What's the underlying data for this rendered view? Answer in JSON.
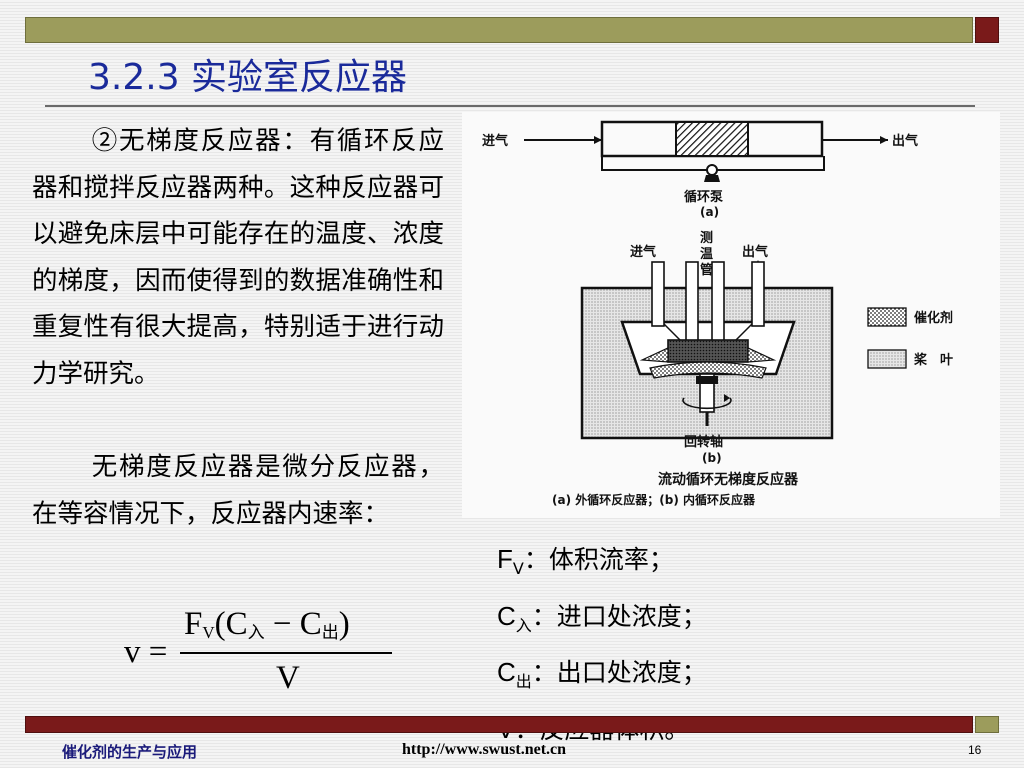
{
  "slide": {
    "title": "3.2.3 实验室反应器",
    "paragraph1": "②无梯度反应器：有循环反应器和搅拌反应器两种。这种反应器可以避免床层中可能存在的温度、浓度的梯度，因而使得到的数据准确性和重复性有很大提高，特别适于进行动力学研究。",
    "paragraph2": "无梯度反应器是微分反应器，在等容情况下，反应器内速率："
  },
  "figure": {
    "inlet_a": "进气",
    "outlet_a": "出气",
    "pump": "循环泵",
    "caption_a": "(a)",
    "inlet_b": "进气",
    "thermo_tube": "测温管",
    "outlet_b": "出气",
    "legend_catalyst": "催化剂",
    "legend_impeller": "桨　叶",
    "shaft": "回转轴",
    "caption_b": "(b)",
    "fig_title": "流动循环无梯度反应器",
    "fig_subtitle": "(a) 外循环反应器；(b) 内循环反应器"
  },
  "variables": [
    {
      "symbol": "F",
      "sub": "V",
      "desc": "：体积流率；"
    },
    {
      "symbol": "C",
      "sub": "入",
      "desc": "：进口处浓度；"
    },
    {
      "symbol": "C",
      "sub": "出",
      "desc": "：出口处浓度；"
    },
    {
      "symbol": "V",
      "sub": "",
      "desc": "：反应器体积。"
    }
  ],
  "formula": {
    "lhs": "v =",
    "num_F": "F",
    "num_F_sub": "V",
    "num_open": "(C",
    "num_sub1": "入",
    "num_minus": " − C",
    "num_sub2": "出",
    "num_close": ")",
    "den": "V"
  },
  "footer": {
    "left": "催化剂的生产与应用",
    "url": "http://www.swust.net.cn",
    "page": "16"
  },
  "colors": {
    "title": "#1a2a9a",
    "bar_olive": "#9c9c5c",
    "bar_maroon": "#7a1a1a"
  }
}
